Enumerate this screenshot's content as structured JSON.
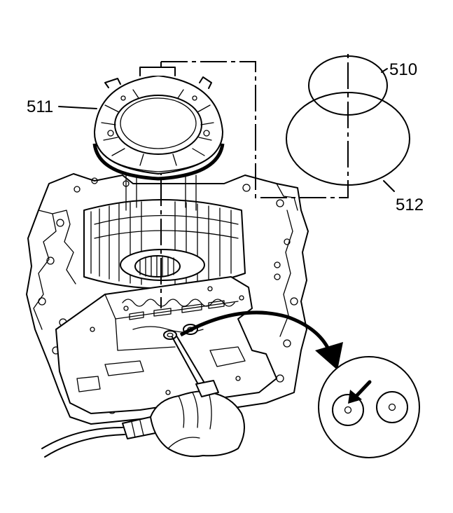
{
  "callouts": {
    "ring_large": "511",
    "ring_small": "510",
    "ring_outer": "512"
  },
  "components": [
    "ring-assembly",
    "small-o-ring",
    "large-o-ring",
    "transmission-case",
    "valve-body-plate",
    "hand-with-tool",
    "detail-inset"
  ]
}
